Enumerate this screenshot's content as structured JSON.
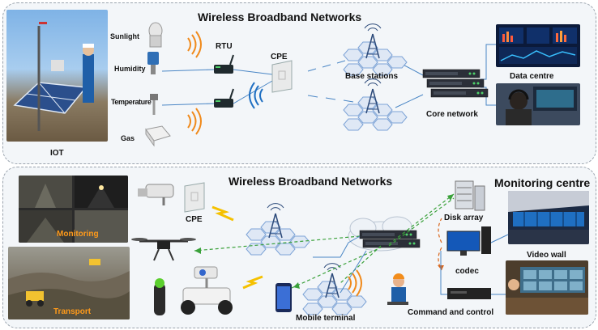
{
  "top_panel": {
    "title": "Wireless Broadband Networks",
    "labels": {
      "sunlight": "Sunlight",
      "humidity": "Humidity",
      "temperature": "Temperature",
      "gas": "Gas",
      "rtu": "RTU",
      "cpe": "CPE",
      "base_stations": "Base stations",
      "core_network": "Core network",
      "data_centre": "Data centre",
      "iot": "IOT"
    }
  },
  "bottom_panel": {
    "title": "Wireless Broadband Networks",
    "monitoring_centre": "Monitoring centre",
    "labels": {
      "cpe": "CPE",
      "monitoring": "Monitoring",
      "transport": "Transport",
      "disk_array": "Disk array",
      "codec": "codec",
      "video_wall": "Video wall",
      "mobile_terminal": "Mobile terminal",
      "command_control": "Command and control"
    }
  },
  "colors": {
    "panel_bg": "#f3f6f9",
    "hex_fill": "#dfe8f5",
    "hex_stroke": "#7da3d6",
    "link_blue": "#4a86c5",
    "link_green": "#3aa13a",
    "link_orange": "#d9661c",
    "lightning": "#f5c100",
    "signal_orange": "#f08a1c"
  },
  "icons": [
    "signal-wave-icon",
    "lightning-icon",
    "antenna-tower-icon",
    "router-icon",
    "server-icon",
    "cloud-icon",
    "drone-icon",
    "camera-icon",
    "robot-icon",
    "phone-icon",
    "joystick-icon",
    "monitor-icon"
  ]
}
